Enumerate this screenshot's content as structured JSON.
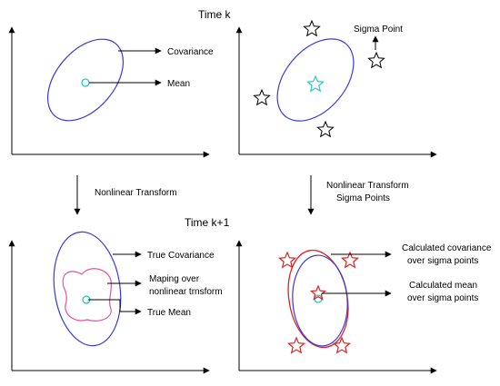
{
  "titles": {
    "time_k": "Time k",
    "time_k1": "Time k+1"
  },
  "labels": {
    "covariance": "Covariance",
    "mean": "Mean",
    "sigma_point": "Sigma Point",
    "nonlinear_transform": "Nonlinear Transform",
    "nonlinear_transform_sigma_1": "Nonlinear Transform",
    "nonlinear_transform_sigma_2": "Sigma Points",
    "true_covariance": "True Covariance",
    "maping_1": "Maping over",
    "maping_2": "nonlinear trnsform",
    "true_mean": "True Mean",
    "calc_cov_1": "Calculated covariance",
    "calc_cov_2": "over sigma points",
    "calc_mean_1": "Calculated mean",
    "calc_mean_2": "over sigma points"
  },
  "colors": {
    "covariance": "#3b3bd9",
    "mean_marker": "#17c6c6",
    "sigma_transformed": "#e02020",
    "mapped_region": "#e0559a",
    "axes": "#000000"
  }
}
